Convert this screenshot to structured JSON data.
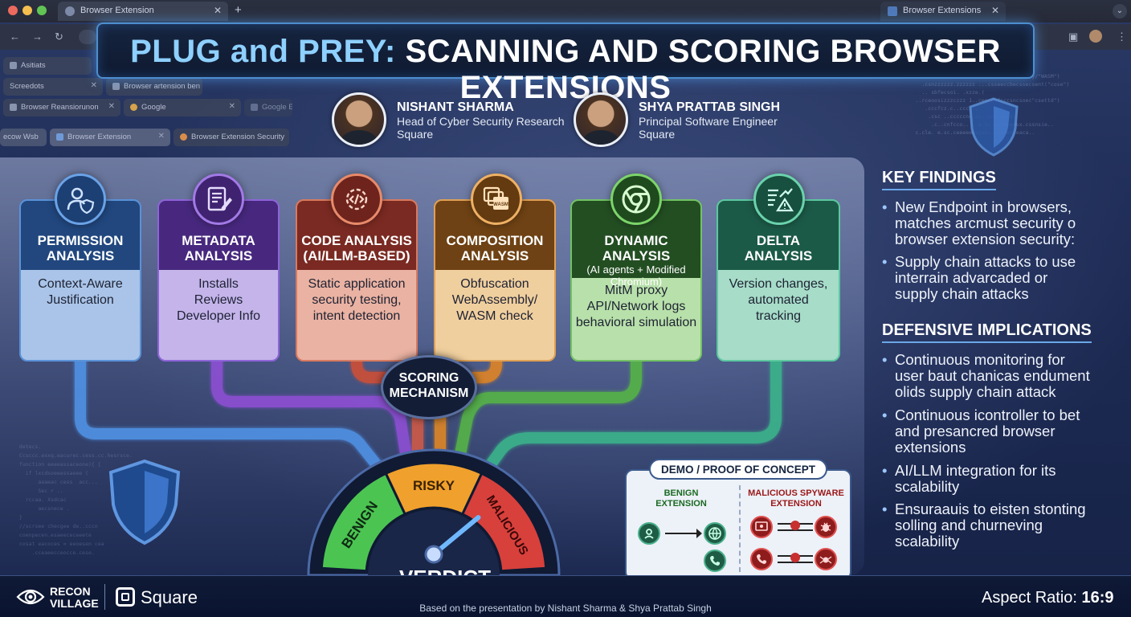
{
  "browser": {
    "tab_title": "Browser Extension",
    "tab_title_right": "Browser Extensions",
    "ghost_tabs": [
      {
        "label": "Asitiats"
      },
      {
        "label": "Screedots"
      },
      {
        "label": "Browser artension ben c"
      },
      {
        "label": "Browser Reansiorunon"
      },
      {
        "label": "Google"
      },
      {
        "label": "Google Extension"
      },
      {
        "label": "ecow Wsb"
      },
      {
        "label": "Browser Extension"
      },
      {
        "label": "Browser Extension Security"
      }
    ]
  },
  "title": {
    "part1": "PLUG and PREY:",
    "part2": "SCANNING AND SCORING BROWSER EXTENSIONS"
  },
  "speakers": [
    {
      "name": "NISHANT SHARMA",
      "role": "Head of Cyber Security Research",
      "org": "Square"
    },
    {
      "name": "SHYA PRATTAB SINGH",
      "role": "Principal Software Engineer",
      "org": "Square"
    }
  ],
  "cards": [
    {
      "title1": "PERMISSION",
      "title2": "ANALYSIS",
      "sub": "",
      "body": [
        "Context-Aware",
        "Justification"
      ],
      "color": "#2b5fa8",
      "icon": "user-shield-icon"
    },
    {
      "title1": "METADATA",
      "title2": "ANALYSIS",
      "sub": "",
      "body": [
        "Installs",
        "Reviews",
        "Developer Info"
      ],
      "color": "#6c3fb0",
      "icon": "document-edit-icon"
    },
    {
      "title1": "CODE ANALYSIS",
      "title2": "(AI/LLM-BASED)",
      "sub": "",
      "body": [
        "Static application",
        "security testing,",
        "intent detection"
      ],
      "color": "#b8452e",
      "icon": "code-gear-icon"
    },
    {
      "title1": "COMPOSITION",
      "title2": "ANALYSIS",
      "sub": "",
      "body": [
        "Obfuscation",
        "WebAssembly/",
        "WASM check"
      ],
      "color": "#c2731f",
      "icon": "layers-chip-icon"
    },
    {
      "title1": "DYNAMIC ANALYSIS",
      "title2": "",
      "sub": "(AI agents + Modified Chromium)",
      "body": [
        "MitM proxy",
        "API/Network logs",
        "behavioral simulation"
      ],
      "color": "#3f9a3a",
      "icon": "chrome-icon"
    },
    {
      "title1": "DELTA",
      "title2": "ANALYSIS",
      "sub": "",
      "body": [
        "Version changes,",
        "automated",
        "tracking"
      ],
      "color": "#2b9e74",
      "icon": "chart-warning-icon"
    }
  ],
  "scoring": {
    "line1": "SCORING",
    "line2": "MECHANISM"
  },
  "gauge": {
    "segments": [
      "BENIGN",
      "RISKY",
      "MALICIOUS"
    ],
    "verdict": "VERDICT",
    "needle_fraction": 0.78
  },
  "demo": {
    "title": "DEMO / PROOF OF CONCEPT",
    "benign": [
      "BENIGN",
      "EXTENSION"
    ],
    "malicious": [
      "MALICIOUS SPYWARE",
      "EXTENSION"
    ]
  },
  "key_findings": {
    "heading": "KEY FINDINGS",
    "items": [
      [
        "New Endpoint in browsers,",
        "matches arcmust security o",
        "browser extension security:"
      ],
      [
        "Supply chain attacks to use",
        "interrain advarcaded or",
        "supply chain attacks"
      ]
    ]
  },
  "defensive": {
    "heading": "DEFENSIVE IMPLICATIONS",
    "items": [
      [
        "Continuous monitoring for",
        "user baut chanicas endument",
        "olids supply chain attack"
      ],
      [
        "Continuous icontroller to bet",
        "and presancred browser",
        "extensions"
      ],
      [
        "AI/LLM integration for its",
        "scalability"
      ],
      [
        "Ensuraauis to eisten stonting",
        "solling and churneving",
        "scalability"
      ]
    ]
  },
  "footer": {
    "recon1": "RECON",
    "recon2": "VILLAGE",
    "square": "Square",
    "credit": "Based on the presentation by Nishant Sharma & Shya Prattab Singh",
    "aspect_label": "Aspect Ratio:",
    "aspect_value": "16:9"
  },
  "colors": {
    "accent": "#8ed0ff",
    "benign": "#4cc452",
    "risky": "#f0a02c",
    "malicious": "#d8403c"
  }
}
